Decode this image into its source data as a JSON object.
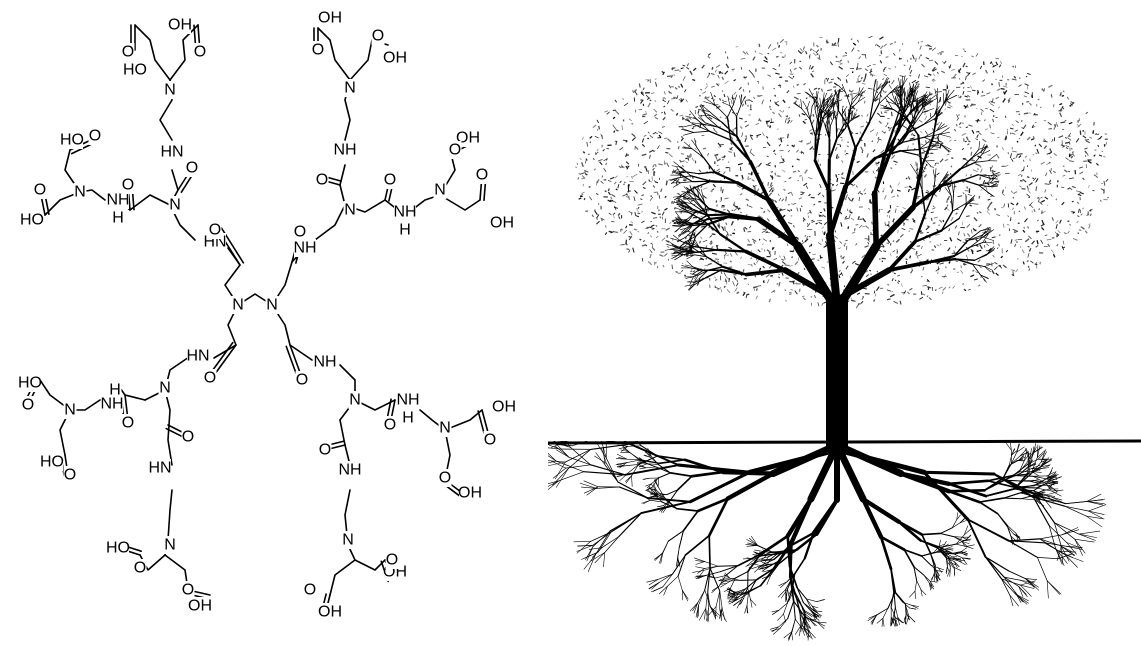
{
  "figure": {
    "left_panel": {
      "labels": {
        "oh": "OH",
        "ho": "HO",
        "o": "O",
        "n": "N",
        "nh": "NH",
        "hn": "HN",
        "h": "H"
      }
    },
    "right_panel": {
      "subject": "tree-silhouette"
    },
    "colors": {
      "background": "#ffffff",
      "ink": "#000000"
    }
  }
}
